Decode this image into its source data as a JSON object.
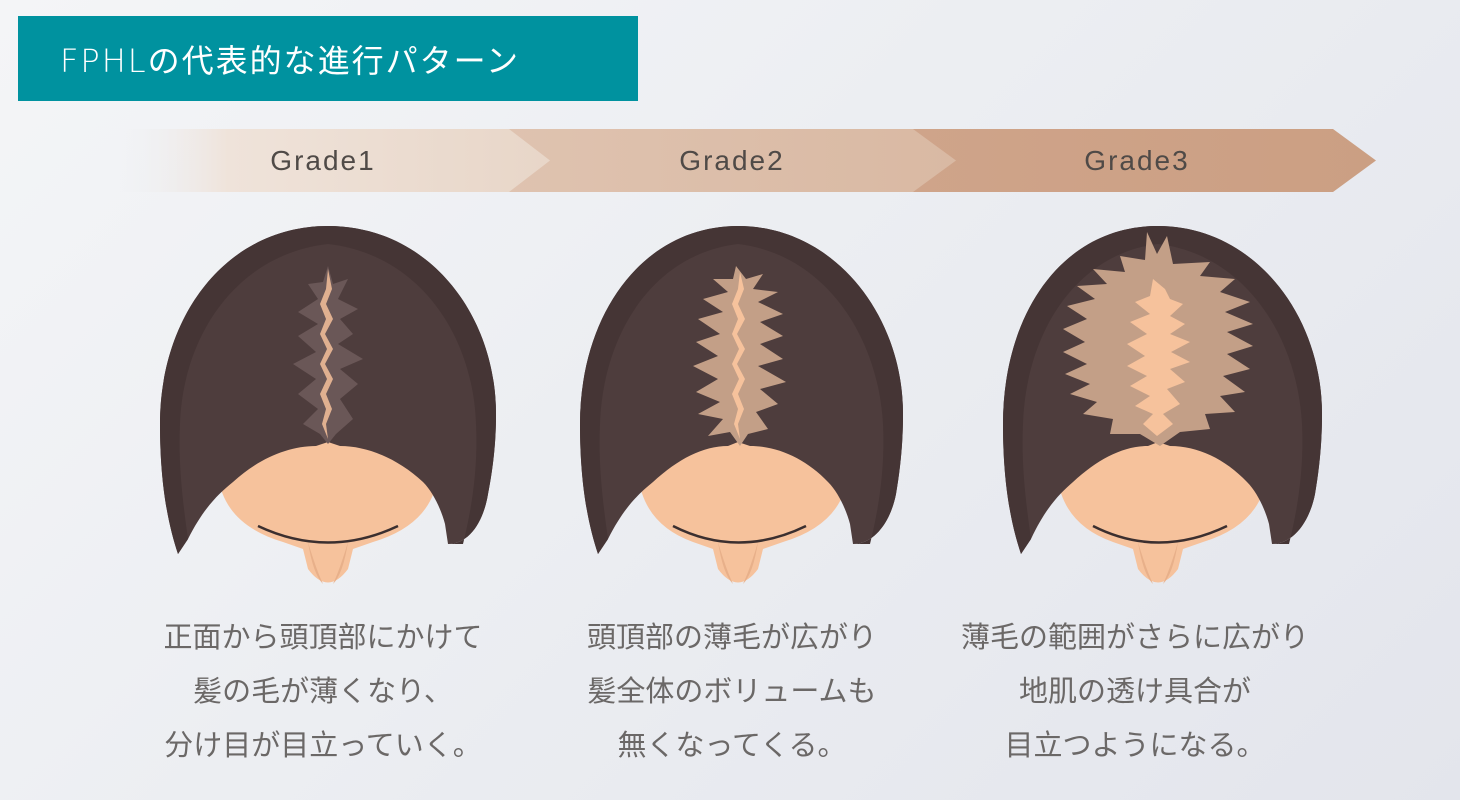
{
  "title": "FPHLの代表的な進行パターン",
  "colors": {
    "title_bg": "#00929f",
    "title_text": "#ffffff",
    "hair": "#4e3d3d",
    "hair_dark": "#453535",
    "thin_hair": "#c39f87",
    "scalp": "#f6c29c",
    "skin_shadow": "#e8b08a",
    "grade1_band": "#ead9cd",
    "grade2_band": "#dcbca7",
    "grade3_band": "#cda186",
    "label_text": "#4f4a47",
    "caption_text": "#6b6867"
  },
  "grades": [
    {
      "label": "Grade1",
      "caption": [
        "正面から頭頂部にかけて",
        "髪の毛が薄くなり、",
        "分け目が目立っていく。"
      ]
    },
    {
      "label": "Grade2",
      "caption": [
        "頭頂部の薄毛が広がり",
        "髪全体のボリュームも",
        "無くなってくる。"
      ]
    },
    {
      "label": "Grade3",
      "caption": [
        "薄毛の範囲がさらに広がり",
        "地肌の透け具合が",
        "目立つようになる。"
      ]
    }
  ]
}
